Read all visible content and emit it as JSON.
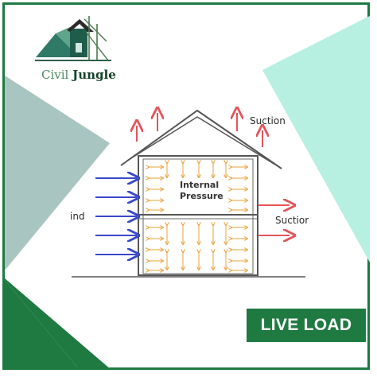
{
  "brand": {
    "name_part1": "Civil",
    "name_part2": "Jungle"
  },
  "diagram": {
    "label_suction_top": "Suction",
    "label_suction_side": "Suctior",
    "label_wind": "ind",
    "label_internal_1": "Internal",
    "label_internal_2": "Pressure"
  },
  "badge": {
    "text": "LIVE LOAD"
  },
  "colors": {
    "brand_green": "#1f7a41",
    "mint": "#b7f0e0",
    "gray_teal": "#a9c5c1",
    "suction_red": "#e4545a",
    "wind_blue": "#3848c8",
    "internal_orange": "#e8a23a"
  }
}
